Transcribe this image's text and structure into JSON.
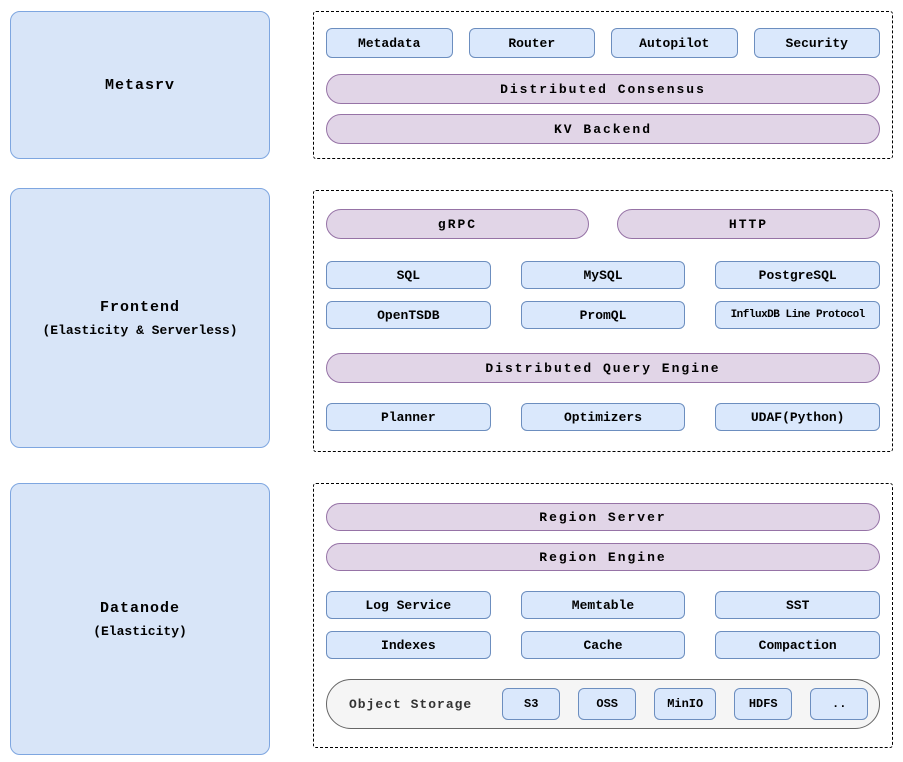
{
  "colors": {
    "blue_fill": "#dae8fc",
    "blue_border": "#6c8ebf",
    "purple_fill": "#e1d5e7",
    "purple_border": "#9673a6",
    "panel_fill": "#d8e5f8",
    "panel_border": "#7ea6e0",
    "gray_fill": "#f5f5f5",
    "gray_border": "#666666"
  },
  "metasrv": {
    "title": "Metasrv",
    "components": [
      "Metadata",
      "Router",
      "Autopilot",
      "Security"
    ],
    "pills": [
      "Distributed Consensus",
      "KV Backend"
    ]
  },
  "frontend": {
    "title": "Frontend",
    "subtitle": "(Elasticity & Serverless)",
    "protocol_pills": [
      "gRPC",
      "HTTP"
    ],
    "protocols_row1": [
      "SQL",
      "MySQL",
      "PostgreSQL"
    ],
    "protocols_row2": [
      "OpenTSDB",
      "PromQL",
      "InfluxDB Line Protocol"
    ],
    "engine_pill": "Distributed Query Engine",
    "engine_components": [
      "Planner",
      "Optimizers",
      "UDAF(Python)"
    ]
  },
  "datanode": {
    "title": "Datanode",
    "subtitle": "(Elasticity)",
    "pills": [
      "Region Server",
      "Region Engine"
    ],
    "storage_row1": [
      "Log Service",
      "Memtable",
      "SST"
    ],
    "storage_row2": [
      "Indexes",
      "Cache",
      "Compaction"
    ],
    "object_storage": {
      "label": "Object Storage",
      "backends": [
        "S3",
        "OSS",
        "MinIO",
        "HDFS",
        ".."
      ]
    }
  }
}
